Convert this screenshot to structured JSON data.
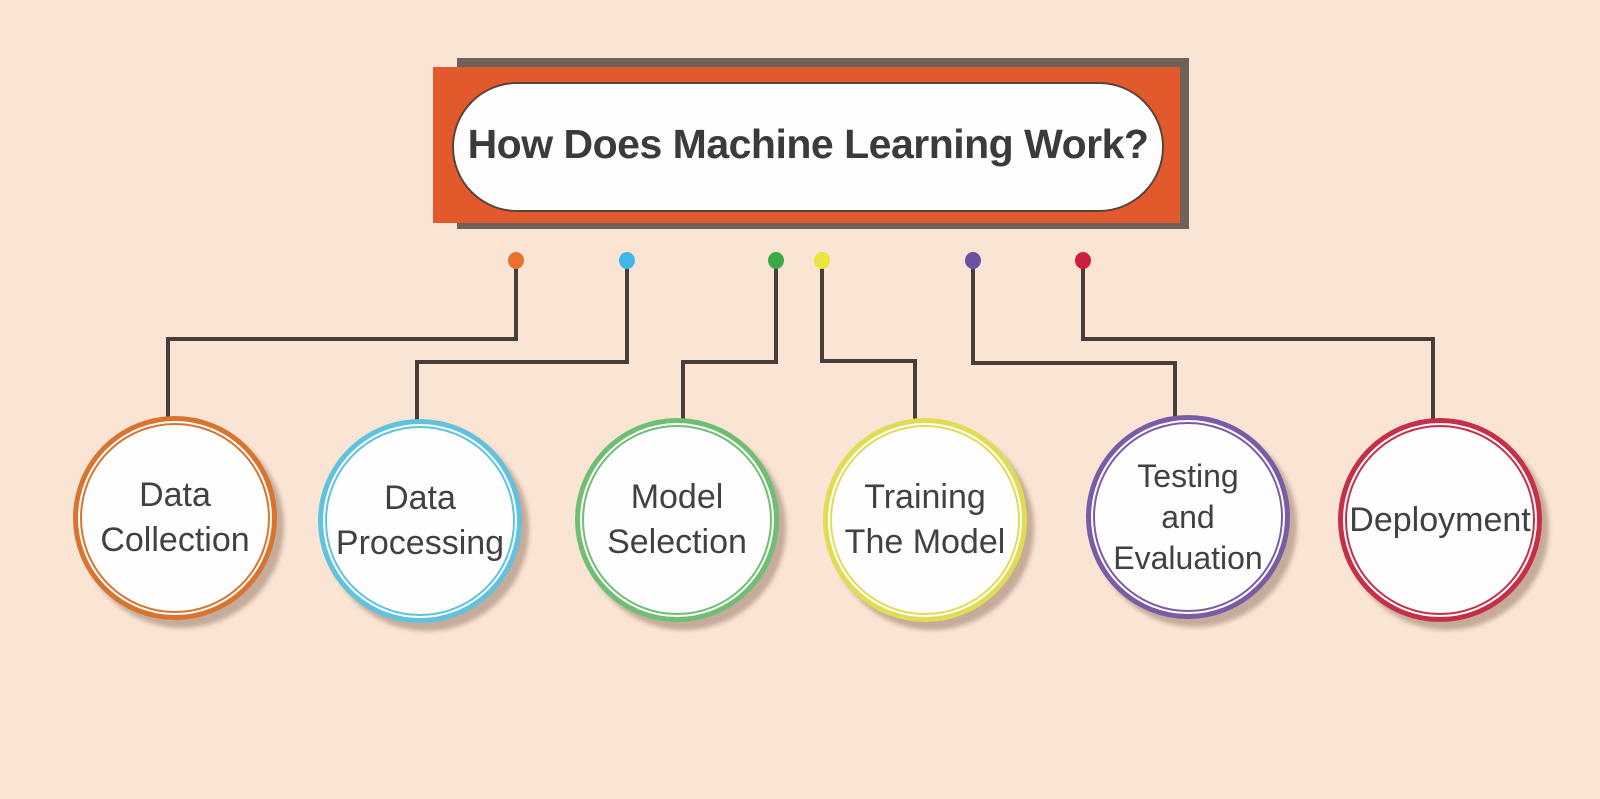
{
  "title": {
    "text": "How Does Machine Learning Work?"
  },
  "colors": {
    "background": "#fae4d3",
    "banner_fill": "#e2592b",
    "banner_shadow": "#6e6159",
    "banner_pill_fill": "#fefefe",
    "banner_pill_border": "#5a443a",
    "title_text": "#3b3a3c",
    "connector_line": "#473e39",
    "node_text": "#414042"
  },
  "nodes": [
    {
      "label": "Data Collection",
      "lines": [
        "Data",
        "Collection"
      ],
      "ring_color": "#d9742f",
      "dot_color": "#e8722c"
    },
    {
      "label": "Data Processing",
      "lines": [
        "Data",
        "Processing"
      ],
      "ring_color": "#5fc2de",
      "dot_color": "#41b7e8"
    },
    {
      "label": "Model Selection",
      "lines": [
        "Model",
        "Selection"
      ],
      "ring_color": "#6fbe74",
      "dot_color": "#3cab47"
    },
    {
      "label": "Training The Model",
      "lines": [
        "Training",
        "The Model"
      ],
      "ring_color": "#e0dd55",
      "dot_color": "#ece43c"
    },
    {
      "label": "Testing and Evaluation",
      "lines": [
        "Testing",
        "and",
        "Evaluation"
      ],
      "ring_color": "#7a5ca6",
      "dot_color": "#6b51a1"
    },
    {
      "label": "Deployment",
      "lines": [
        "Deployment"
      ],
      "ring_color": "#c53048",
      "dot_color": "#cc1f3d"
    }
  ]
}
